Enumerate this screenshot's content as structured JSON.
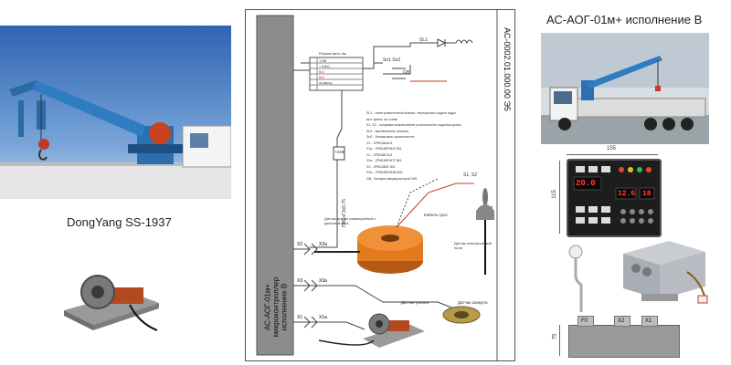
{
  "left": {
    "crane_caption": "DongYang SS-1937"
  },
  "right": {
    "title": "АС-АОГ-01м+ исполнение В",
    "panel_width": "155",
    "panel_height": "115",
    "box_height": "75",
    "display_left": "20.0",
    "display_mid": "12.6",
    "display_right": "18",
    "box_labels": [
      "F0",
      "X2",
      "X1"
    ]
  },
  "schematic": {
    "side_code": "АС-0002.01.000.00 Э5",
    "controller_label": [
      "АС-АОГ-01м+",
      "микроконтроллер",
      "исполнение В"
    ],
    "connectors": [
      "X2",
      "X2a",
      "X3",
      "X3a",
      "X1",
      "X1a"
    ],
    "cable_label": "ПВСнГ3х0,75",
    "fuse_label": "+24В",
    "switch_label": "Sn1  Sn2",
    "gb_label": "GB",
    "sl_label": "SL1",
    "s_label": "S1, S2",
    "sensor_length_label": "Датчик длины совмещённый с датчиком угла",
    "cable_reel_label": "Кабель-трос",
    "weight_sensor_label": "Датчик усилия",
    "azimuth_sensor_label": "Датчик азимута",
    "tilt_sensor_label": "Датчик электрический поля",
    "connector_table_title": "Разъем авто-4м",
    "connector_table_rows": [
      "+24В",
      "+ 5 Вх1",
      "Вх2",
      "Вх3",
      "на массу"
    ],
    "legend": [
      "SL1 - электромагнитный клапан, перекрытия подачи гидро",
      "вкл. крана, на схеме",
      "S1, S2 - концевые выключатели ограничителя подъема крюка",
      "Sn1 - выключатель питания",
      "Sn2 - блокировка ограничителя",
      "X1 - 2РМ14Б4Ш1",
      "X1a - 2РМ18КПН4Г1В1",
      "X2 - 2РМ18Б7Ш1",
      "X2a - 2РМ18КПН7Г1В1",
      "X3 - 2РМ14Б4Г1В1",
      "X3a - 2РМ18КПН4Ш1В1",
      "GB - батарея аккумуляторов 24В"
    ]
  }
}
